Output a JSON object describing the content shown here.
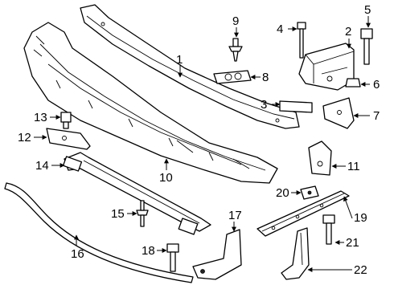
{
  "callouts": {
    "1": "1",
    "2": "2",
    "3": "3",
    "4": "4",
    "5": "5",
    "6": "6",
    "7": "7",
    "8": "8",
    "9": "9",
    "10": "10",
    "11": "11",
    "12": "12",
    "13": "13",
    "14": "14",
    "15": "15",
    "16": "16",
    "17": "17",
    "18": "18",
    "19": "19",
    "20": "20",
    "21": "21",
    "22": "22"
  }
}
